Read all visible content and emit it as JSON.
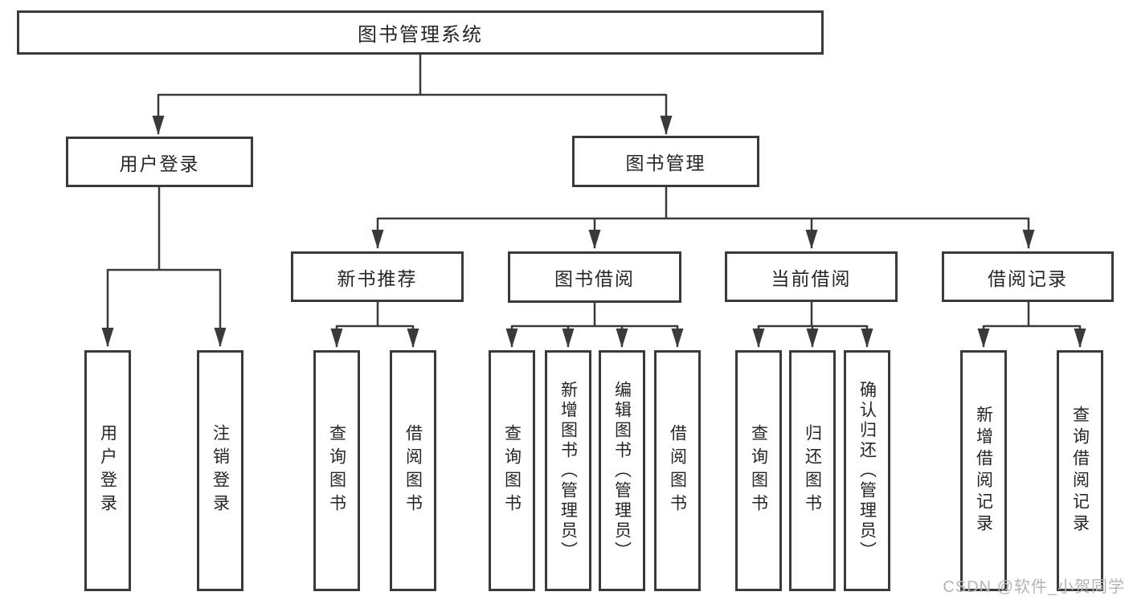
{
  "diagram": {
    "root": {
      "label": "图书管理系统",
      "children": [
        {
          "label": "用户登录",
          "children": [
            {
              "label": "用户登录"
            },
            {
              "label": "注销登录"
            }
          ]
        },
        {
          "label": "图书管理",
          "children": [
            {
              "label": "新书推荐",
              "children": [
                {
                  "label": "查询图书"
                },
                {
                  "label": "借阅图书"
                }
              ]
            },
            {
              "label": "图书借阅",
              "children": [
                {
                  "label": "查询图书"
                },
                {
                  "label": "新增图书（管理员）"
                },
                {
                  "label": "编辑图书（管理员）"
                },
                {
                  "label": "借阅图书"
                }
              ]
            },
            {
              "label": "当前借阅",
              "children": [
                {
                  "label": "查询图书"
                },
                {
                  "label": "归还图书"
                },
                {
                  "label": "确认归还（管理员）"
                }
              ]
            },
            {
              "label": "借阅记录",
              "children": [
                {
                  "label": "新增借阅记录"
                },
                {
                  "label": "查询借阅记录"
                }
              ]
            }
          ]
        }
      ]
    },
    "watermark": "CSDN @软件_小贺同学",
    "colors": {
      "line": "#3a3a3a",
      "text": "#262626",
      "watermark": "#b5b5b5",
      "background": "#ffffff"
    }
  }
}
